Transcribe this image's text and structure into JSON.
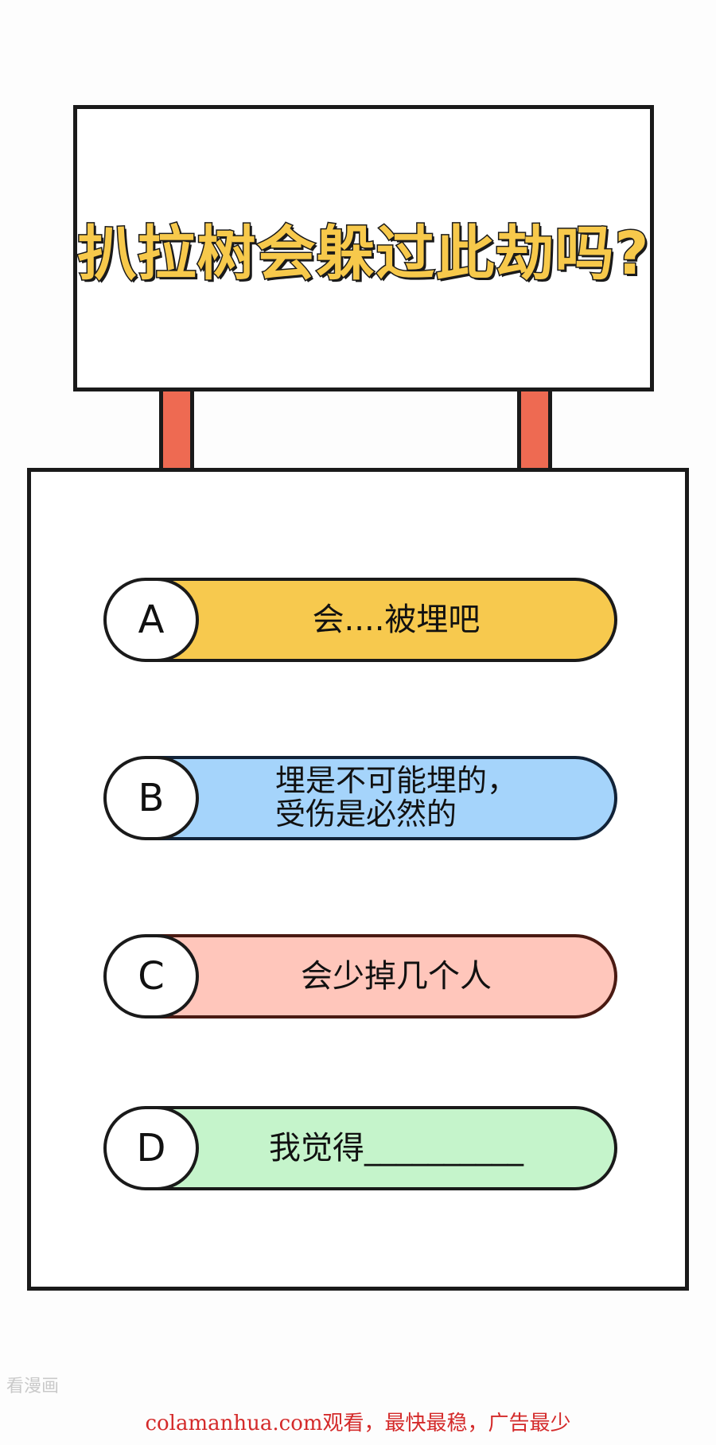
{
  "title": "扒拉树会躲过此劫吗?",
  "options": [
    {
      "letter": "A",
      "text": "会....被埋吧",
      "color": "#f7c94e"
    },
    {
      "letter": "B",
      "text": "埋是不可能埋的，受伤是必然的",
      "line1": "埋是不可能埋的，",
      "line2": "受伤是必然的",
      "color": "#a5d4fb"
    },
    {
      "letter": "C",
      "text": "会少掉几个人",
      "color": "#ffc6bb"
    },
    {
      "letter": "D",
      "text": "我觉得__________",
      "color": "#c5f4cb"
    }
  ],
  "watermark": {
    "logo": "看漫画",
    "site": "colamanhua.com观看，最快最稳，广告最少"
  },
  "colors": {
    "title_fill": "#f7c94b",
    "post": "#ee6a52",
    "watermark_site": "#d42a2a"
  }
}
